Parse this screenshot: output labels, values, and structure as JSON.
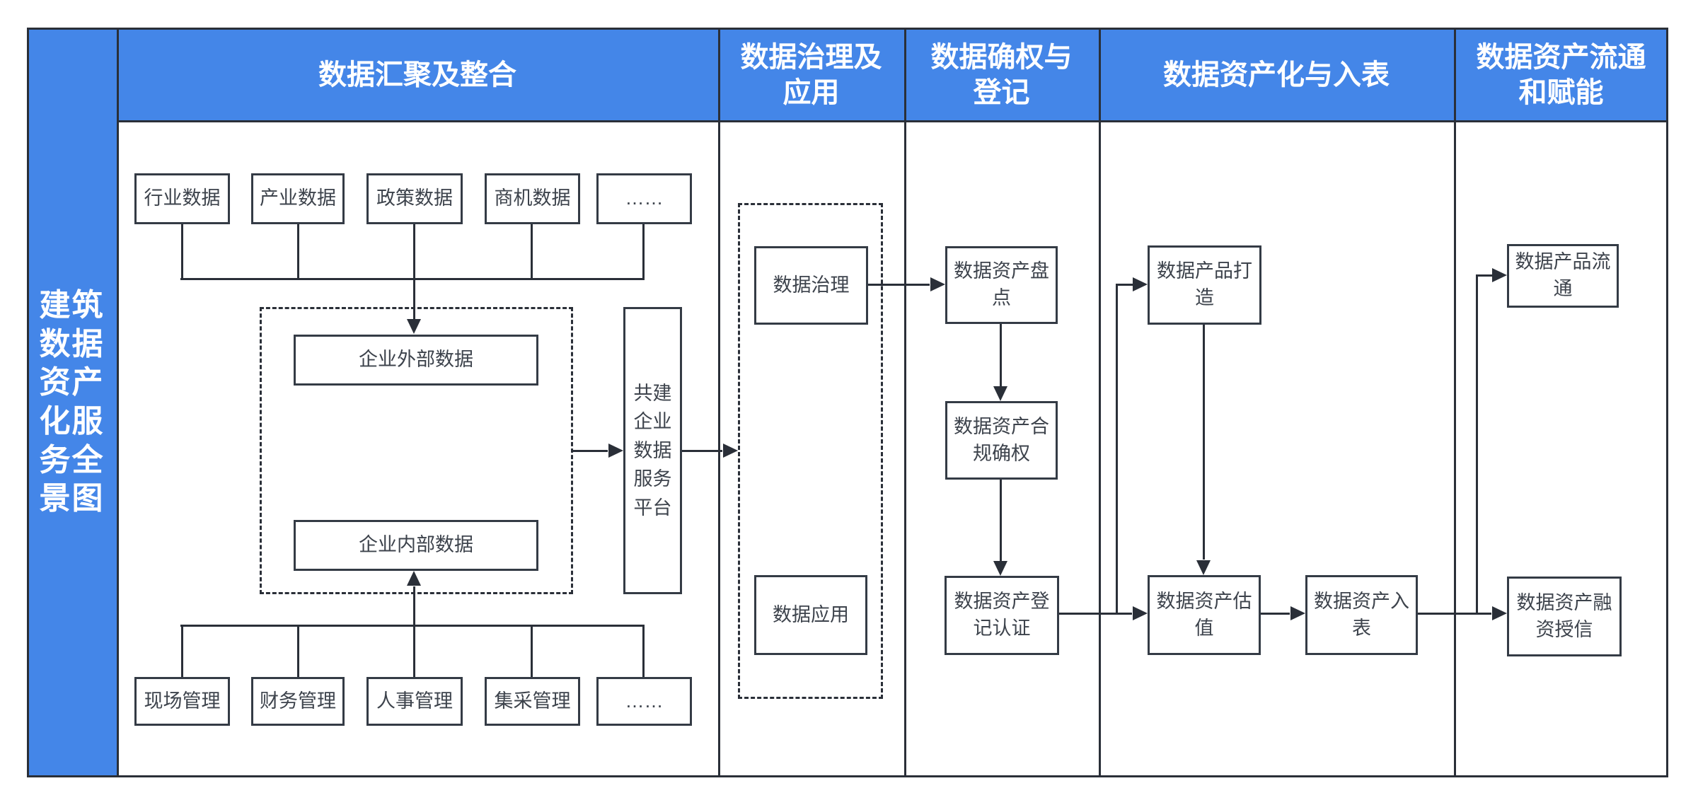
{
  "title": "建筑数据资产化服务全景图",
  "sidebar": {
    "title_wrapped": "建筑\n数据\n资产\n化服\n务全\n景图"
  },
  "columns": [
    {
      "label": "数据汇聚及整合"
    },
    {
      "label": "数据治理及\n应用"
    },
    {
      "label": "数据确权与\n登记"
    },
    {
      "label": "数据资产化与入表"
    },
    {
      "label": "数据资产流通\n和赋能"
    }
  ],
  "aggregation": {
    "external_sources": [
      "行业数据",
      "产业数据",
      "政策数据",
      "商机数据",
      "……"
    ],
    "external_data": "企业外部数据",
    "internal_data": "企业内部数据",
    "platform": "共建\n企业\n数据\n服务\n平台",
    "internal_sources": [
      "现场管理",
      "财务管理",
      "人事管理",
      "集采管理",
      "……"
    ]
  },
  "governance": {
    "governance_box": "数据治理",
    "application_box": "数据应用"
  },
  "confirmation": {
    "inventory": "数据资产盘\n点",
    "compliance": "数据资产合\n规确权",
    "registration": "数据资产登\n记认证"
  },
  "capitalization": {
    "product_building": "数据产品打\n造",
    "valuation": "数据资产估\n值",
    "booking": "数据资产入\n表"
  },
  "circulation": {
    "product_circulation": "数据产品流\n通",
    "financing": "数据资产融\n资授信"
  },
  "colors": {
    "accent": "#4486e8",
    "line": "#2a2f38",
    "box_border": "#343b45",
    "box_text": "#3d434c",
    "header_text": "#ffffff"
  }
}
